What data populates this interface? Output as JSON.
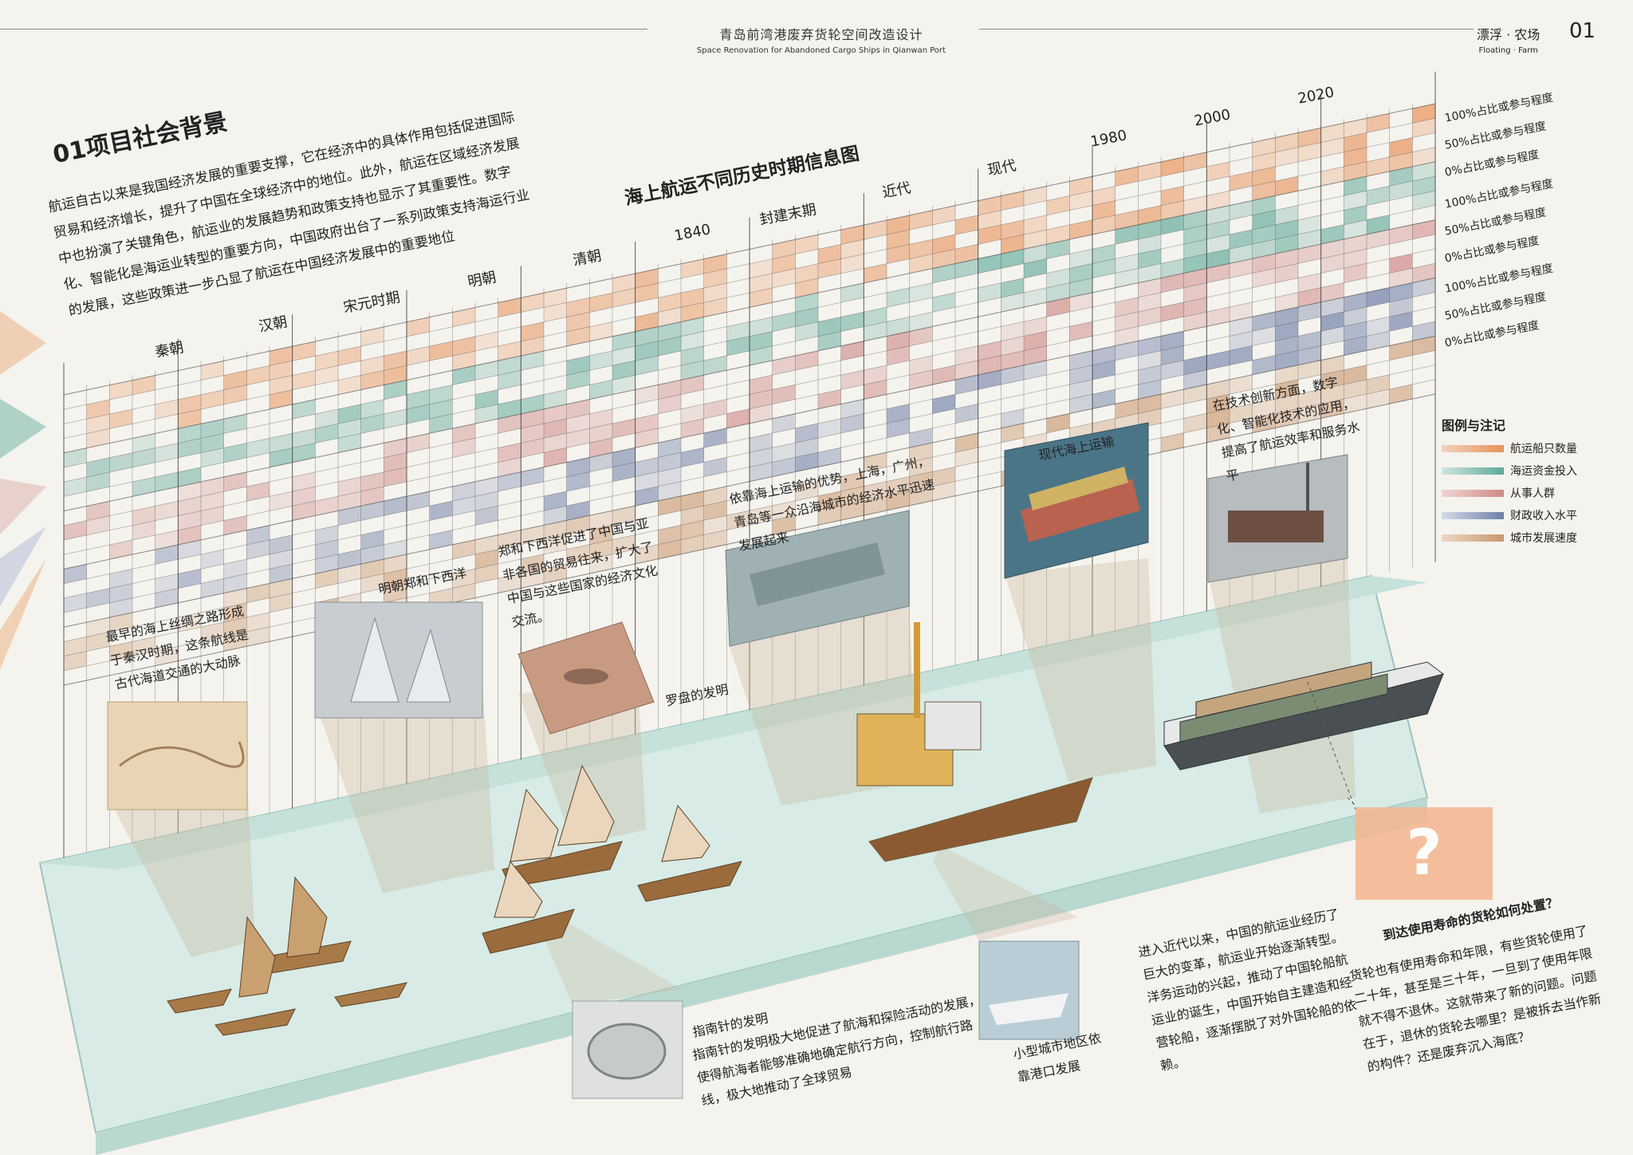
{
  "header": {
    "title_cn": "青岛前湾港废弃货轮空间改造设计",
    "title_en": "Space Renovation for Abandoned Cargo Ships in Qianwan Port",
    "section_cn": "漂浮 · 农场",
    "section_en": "Floating · Farm",
    "page_number": "01"
  },
  "section_title": "01项目社会背景",
  "intro_text": "航运自古以来是我国经济发展的重要支撑，它在经济中的具体作用包括促进国际贸易和经济增长，提升了中国在全球经济中的地位。此外，航运在区域经济发展中也扮演了关键角色，航运业的发展趋势和政策支持也显示了其重要性。数字化、智能化是海运业转型的重要方向，中国政府出台了一系列政策支持海运行业的发展，这些政策进一步凸显了航运在中国经济发展中的重要地位",
  "chart": {
    "title": "海上航运不同历史时期信息图",
    "periods": [
      "秦朝",
      "汉朝",
      "宋元时期",
      "明朝",
      "清朝",
      "1840",
      "封建末期",
      "近代",
      "现代",
      "1980",
      "2000",
      "2020"
    ],
    "scale_labels": [
      "100%占比或参与程度",
      "50%占比或参与程度",
      "0%占比或参与程度",
      "100%占比或参与程度",
      "50%占比或参与程度",
      "0%占比或参与程度",
      "100%占比或参与程度",
      "50%占比或参与程度",
      "0%占比或参与程度"
    ],
    "colors": {
      "orange": "#e8925a",
      "teal": "#5fa99a",
      "rose": "#cf8a86",
      "navy": "#6e7fa8",
      "tan": "#c9966c",
      "water": "#a9cfc6"
    }
  },
  "legend": {
    "title": "图例与注记",
    "items": [
      {
        "label": "航运船只数量",
        "color": "#e8925a"
      },
      {
        "label": "海运资金投入",
        "color": "#5fa99a"
      },
      {
        "label": "从事人群",
        "color": "#cf8a86"
      },
      {
        "label": "财政收入水平",
        "color": "#6e7fa8"
      },
      {
        "label": "城市发展速度",
        "color": "#c9966c"
      }
    ]
  },
  "captions": {
    "silk_road": "最早的海上丝绸之路形成于秦汉时期，这条航线是古代海道交通的大动脉",
    "zheng_he": "明朝郑和下西洋",
    "zheng_he_trade": "郑和下西洋促进了中国与亚非各国的贸易往来，扩大了中国与这些国家的经济文化交流。",
    "compass_invention": "罗盘的发明",
    "ports": "依靠海上运输的优势，上海，广州，青岛等一众沿海城市的经济水平迅速发展起来",
    "modern_shipping": "现代海上运输",
    "innovation": "在技术创新方面，数字化、智能化技术的应用，提高了航运效率和服务水平",
    "needle_title": "指南针的发明",
    "needle_body": "指南针的发明极大地促进了航海和探险活动的发展，使得航海者能够准确地确定航行方向，控制航行路线，极大地推动了全球贸易",
    "small_city": "小型城市地区依靠港口发展",
    "modern_change": "进入近代以来，中国的航运业经历了巨大的变革，航运业开始逐渐转型。洋务运动的兴起，推动了中国轮船航运业的诞生，中国开始自主建造和经营轮船，逐渐摆脱了对外国轮船的依赖。",
    "question_mark": "?",
    "question_title": "到达使用寿命的货轮如何处置？",
    "question_body": "货轮也有使用寿命和年限，有些货轮使用了二十年，甚至是三十年，一旦到了使用年限就不得不退休。这就带来了新的问题。问题在于，退休的货轮去哪里？是被拆去当作新的构件？还是废弃沉入海底？"
  }
}
